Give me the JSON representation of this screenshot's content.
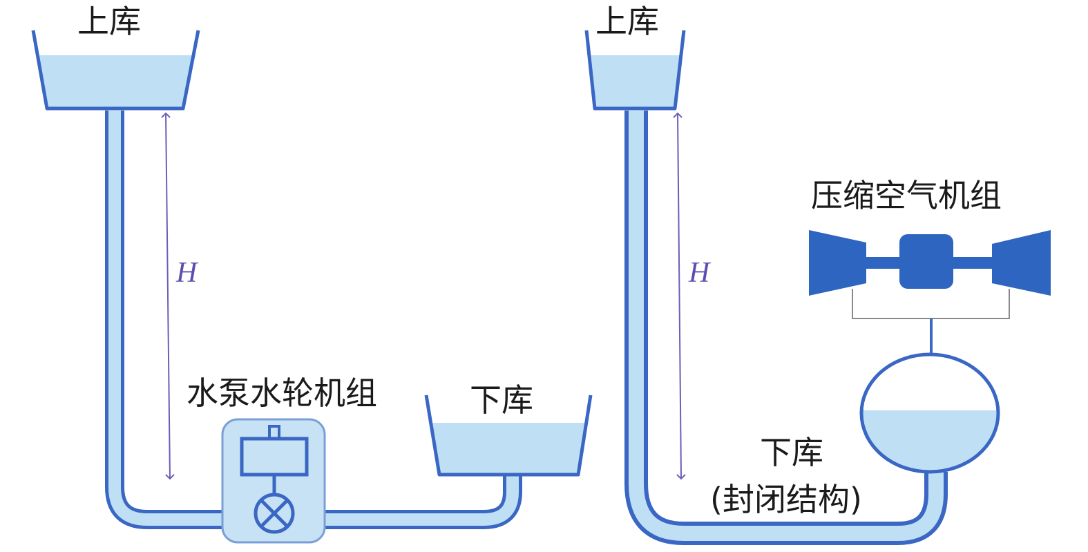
{
  "labels": {
    "upper_reservoir_left": "上库",
    "upper_reservoir_right": "上库",
    "lower_reservoir_left": "下库",
    "pump_turbine_unit": "水泵水轮机组",
    "compressed_air_unit": "压缩空气机组",
    "lower_reservoir_right_line1": "下库",
    "lower_reservoir_right_line2": "(封闭结构)",
    "head_left": "H",
    "head_right": "H"
  },
  "colors": {
    "outline": "#3a66c4",
    "water": "#bfdff5",
    "machine": "#2e65c0",
    "pump_box": "#c7e2f5",
    "pump_box_stroke": "#7a9fd6",
    "arrow": "#6a5fb8",
    "connector": "#8a8a8a"
  }
}
